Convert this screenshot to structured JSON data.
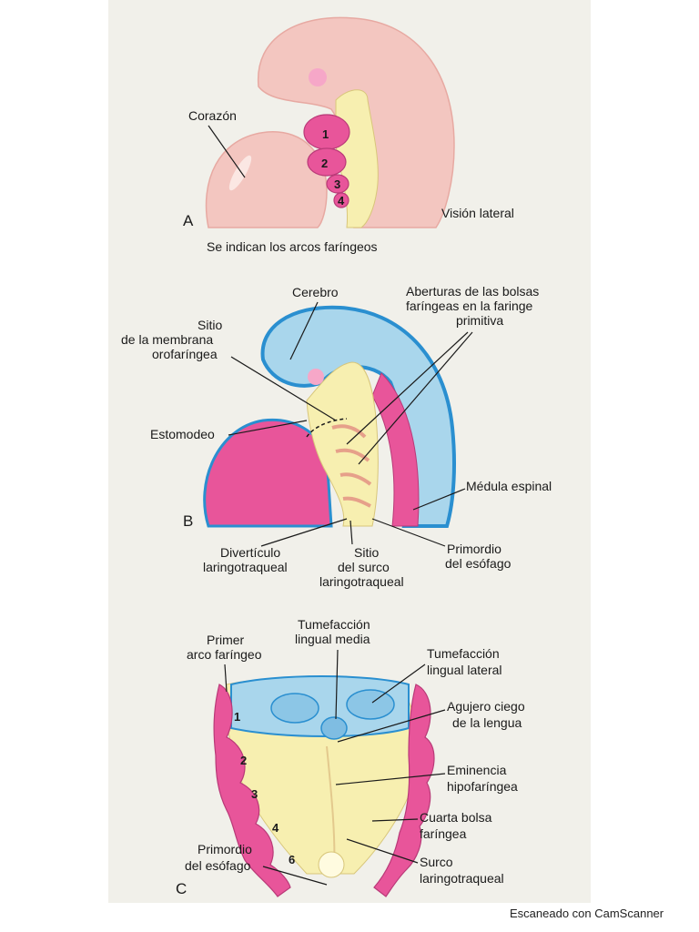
{
  "panel_a": {
    "letter": "A",
    "label_heart": "Corazón",
    "label_view": "Visión lateral",
    "arch_numbers": [
      "1",
      "2",
      "3",
      "4"
    ],
    "caption": "Se indican los arcos faríngeos"
  },
  "panel_b": {
    "letter": "B",
    "label_brain": "Cerebro",
    "label_membrane": [
      "Sitio",
      "de la membrana",
      "orofaríngea"
    ],
    "label_openings": [
      "Aberturas de las bolsas",
      "faríngeas en la faringe",
      "primitiva"
    ],
    "label_stomodeum": "Estomodeo",
    "label_spinal": "Médula espinal",
    "label_diverticulum": [
      "Divertículo",
      "laringotraqueal"
    ],
    "label_groove_site": [
      "Sitio",
      "del surco",
      "laringotraqueal"
    ],
    "label_esophagus": [
      "Primordio",
      "del esófago"
    ]
  },
  "panel_c": {
    "letter": "C",
    "label_first_arch": [
      "Primer",
      "arco faríngeo"
    ],
    "label_median": [
      "Tumefacción",
      "lingual media"
    ],
    "label_lateral": [
      "Tumefacción",
      "lingual lateral"
    ],
    "label_foramen": [
      "Agujero ciego",
      "de la lengua"
    ],
    "label_hypo": [
      "Eminencia",
      "hipofaríngea"
    ],
    "label_fourth_pouch": [
      "Cuarta bolsa",
      "faríngea"
    ],
    "label_groove": [
      "Surco",
      "laringotraqueal"
    ],
    "label_esophagus": [
      "Primordio",
      "del esófago"
    ],
    "arch_numbers": [
      "1",
      "2",
      "3",
      "4",
      "6"
    ]
  },
  "footer": "Escaneado con CamScanner",
  "colors": {
    "skin": "#f3c6c0",
    "pink": "#e8559a",
    "yellow": "#f7efb0",
    "blue": "#a9d6ec",
    "blue_dark": "#2a8fd0",
    "page": "#f1f0ea"
  }
}
